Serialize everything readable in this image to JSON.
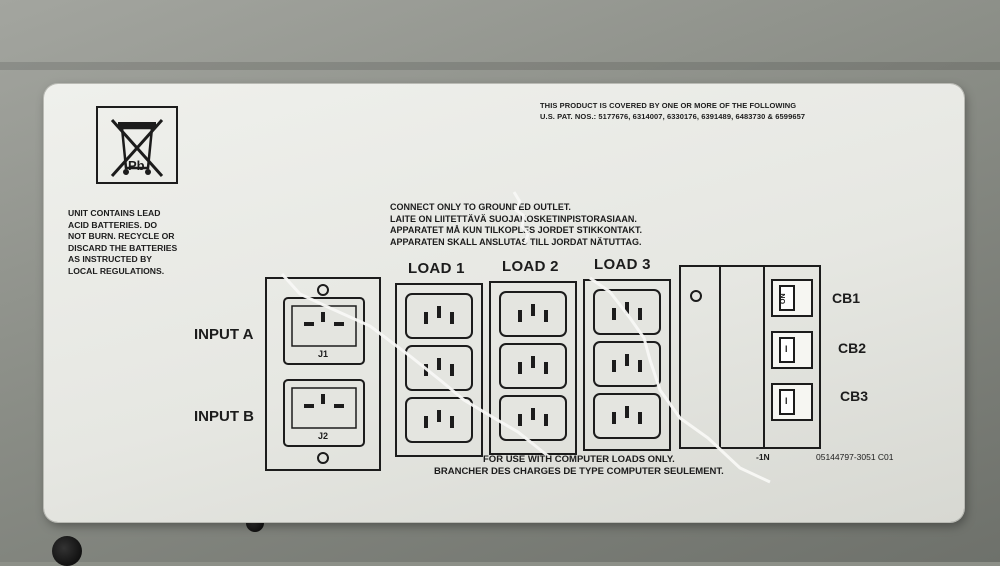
{
  "patent": {
    "line1": "THIS PRODUCT IS COVERED BY ONE OR MORE OF THE FOLLOWING",
    "line2": "U.S. PAT. NOS.: 5177676, 6314007, 6330176, 6391489, 6483730 & 6599657"
  },
  "recycle": {
    "symbol_text": "Pb",
    "warning": [
      "UNIT CONTAINS LEAD",
      "ACID BATTERIES.  DO",
      "NOT BURN.  RECYCLE OR",
      "DISCARD THE BATTERIES",
      "AS  INSTRUCTED  BY",
      "LOCAL REGULATIONS."
    ],
    "icon": "crossed-out-bin-icon"
  },
  "grounding": [
    "CONNECT ONLY TO GROUNDED OUTLET.",
    "LAITE ON LIITETTÄVÄ SUOJAKOSKETINPISTORASIAAN.",
    "APPARATET MÅ KUN TILKOPLES JORDET STIKKONTAKT.",
    "APPARATEN SKALL ANSLUTAS TILL JORDAT NÄTUTTAG."
  ],
  "inputs": [
    {
      "label": "INPUT A",
      "jack": "J1"
    },
    {
      "label": "INPUT B",
      "jack": "J2"
    }
  ],
  "loads": [
    {
      "label": "LOAD 1"
    },
    {
      "label": "LOAD 2"
    },
    {
      "label": "LOAD 3"
    }
  ],
  "breakers": [
    {
      "label": "CB1",
      "switch_text": "ON"
    },
    {
      "label": "CB2",
      "switch_text": "I"
    },
    {
      "label": "CB3",
      "switch_text": "I"
    }
  ],
  "footer": {
    "line1": "FOR USE WITH COMPUTER LOADS ONLY.",
    "line2": "BRANCHER DES CHARGES DE TYPE COMPUTER SEULEMENT."
  },
  "circuit_id": "-1N",
  "part_number": "05144797-3051 C01",
  "colors": {
    "label": "#e9eae5",
    "ink": "#1c1c1c",
    "casing": "#8d9088"
  }
}
